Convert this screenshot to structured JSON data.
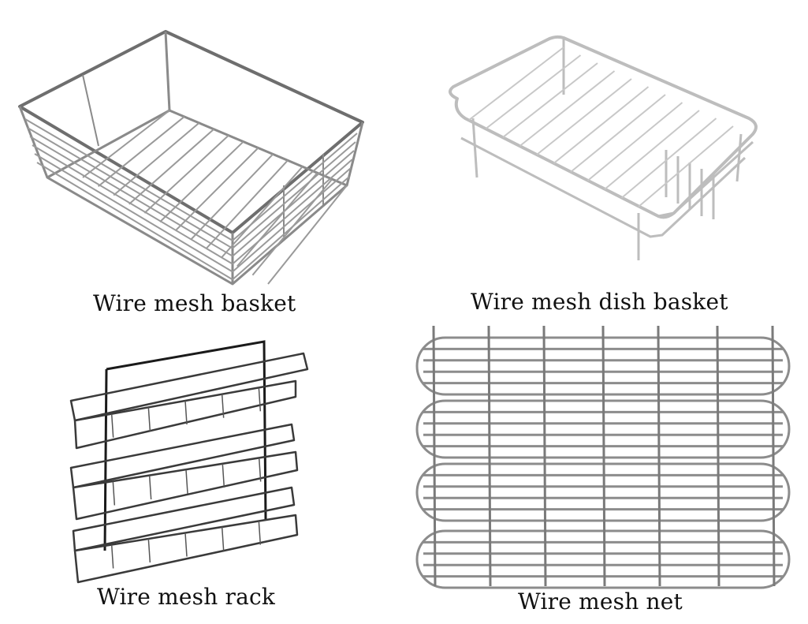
{
  "captions": {
    "basket": "Wire mesh basket",
    "dish_basket": "Wire mesh dish basket",
    "rack": "Wire mesh rack",
    "net": "Wire mesh net"
  },
  "colors": {
    "background": "#ffffff",
    "chrome_wire": "#8a8a8a",
    "chrome_highlight": "#d6d6d6",
    "white_wire": "#bdbdbd",
    "black_wire": "#1a1a1a",
    "caption_text": "#111111"
  }
}
